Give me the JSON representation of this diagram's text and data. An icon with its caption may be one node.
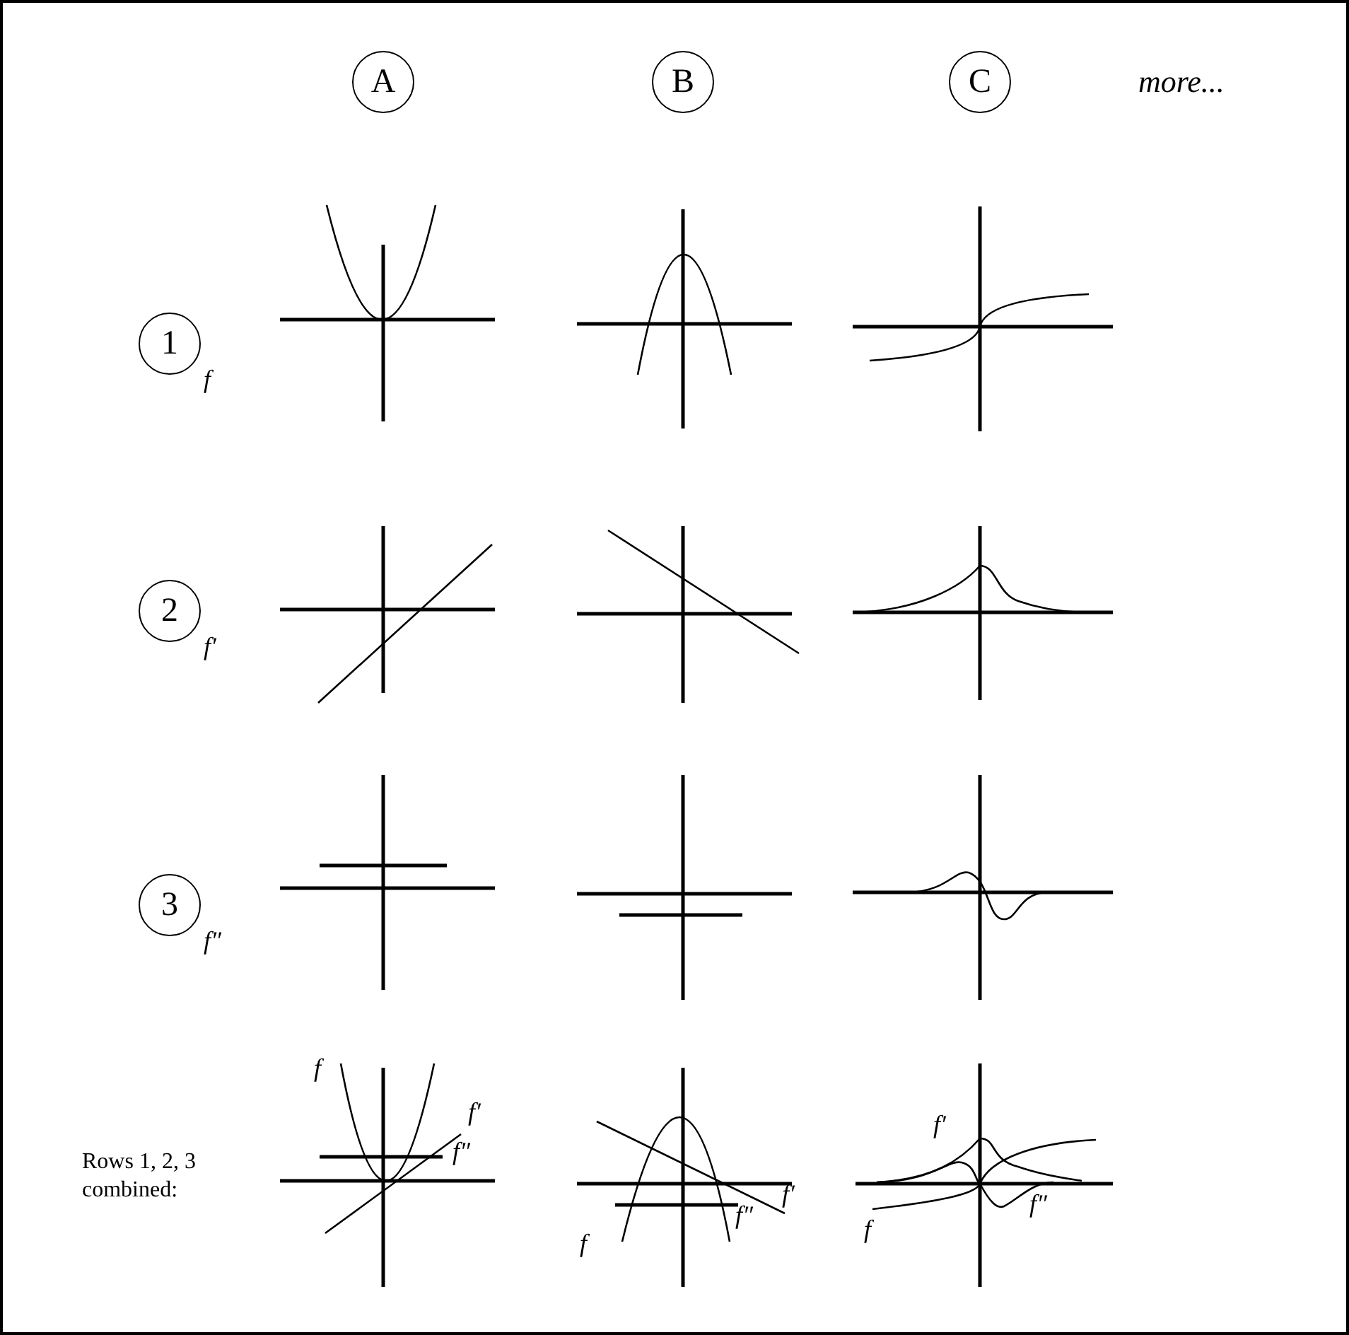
{
  "diagram": {
    "nodes": [
      {
        "text": [
          "A"
        ]
      },
      {
        "text": [
          "B"
        ]
      },
      {
        "text": [
          "C"
        ]
      },
      {
        "text": [
          "1"
        ],
        "beside": [
          "f"
        ]
      },
      {
        "text": [
          "2"
        ],
        "beside": [
          "f′"
        ]
      },
      {
        "text": [
          "3"
        ],
        "beside": [
          "f″"
        ]
      }
    ],
    "labels": [
      "more...",
      "Rows 1, 2, 3 combined:",
      "f",
      "f′",
      "f″",
      "f",
      "f″",
      "f′",
      "f′",
      "f",
      "f″"
    ]
  }
}
